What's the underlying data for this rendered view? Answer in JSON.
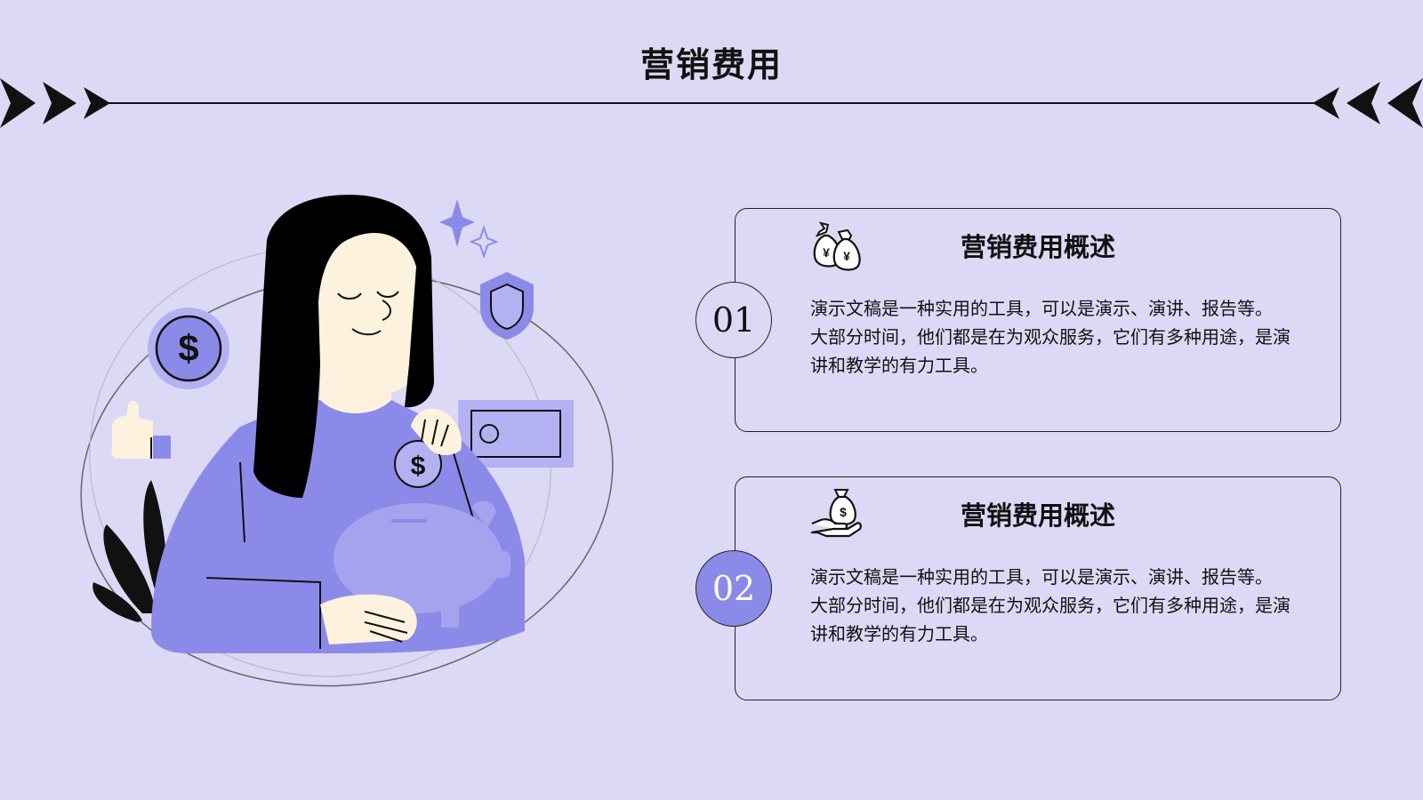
{
  "page": {
    "title": "营销费用"
  },
  "colors": {
    "background": "#dcd9f6",
    "accent": "#8c8ae8",
    "accent_light": "#b3b1f1",
    "ink": "#111111"
  },
  "cards": [
    {
      "number": "01",
      "icon": "money-bags-icon",
      "heading": "营销费用概述",
      "paragraphs": [
        "演示文稿是一种实用的工具，可以是演示、演讲、报告等。",
        "大部分时间，他们都是在为观众服务，它们有多种用途，是演讲和教学的有力工具。"
      ]
    },
    {
      "number": "02",
      "icon": "hand-money-bag-icon",
      "heading": "营销费用概述",
      "paragraphs": [
        "演示文稿是一种实用的工具，可以是演示、演讲、报告等。",
        "大部分时间，他们都是在为观众服务，它们有多种用途，是演讲和教学的有力工具。"
      ]
    }
  ],
  "illustration": {
    "icons": [
      "dollar-coin-icon",
      "shield-icon",
      "sparkle-icon",
      "banknote-icon",
      "piggy-bank-icon",
      "thumbs-up-icon"
    ]
  }
}
